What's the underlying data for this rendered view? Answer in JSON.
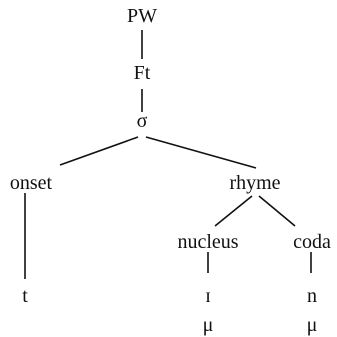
{
  "tree": {
    "nodes": {
      "pw": "PW",
      "ft": "Ft",
      "syllable": "σ",
      "onset": "onset",
      "rhyme": "rhyme",
      "nucleus": "nucleus",
      "coda": "coda",
      "t": "t",
      "vowel": "ɪ",
      "n": "n",
      "mu_nucleus": "μ",
      "mu_coda": "μ"
    },
    "edges": [
      [
        "pw",
        "ft"
      ],
      [
        "ft",
        "syllable"
      ],
      [
        "syllable",
        "onset"
      ],
      [
        "syllable",
        "rhyme"
      ],
      [
        "onset",
        "t"
      ],
      [
        "rhyme",
        "nucleus"
      ],
      [
        "rhyme",
        "coda"
      ],
      [
        "nucleus",
        "vowel"
      ],
      [
        "coda",
        "n"
      ]
    ]
  }
}
